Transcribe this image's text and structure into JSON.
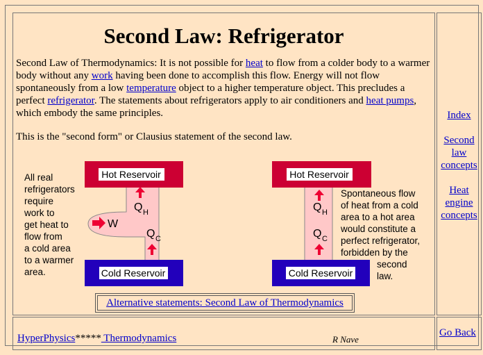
{
  "title": "Second Law: Refrigerator",
  "intro": {
    "t1": "Second Law of Thermodynamics: It is not possible for ",
    "heat": "heat",
    "t2": " to flow from a colder body to a warmer body without any ",
    "work": "work",
    "t3": " having been done to accomplish this flow. Energy will not flow spontaneously from a low ",
    "temperature": "temperature",
    "t4": " object to a higher temperature object. This precludes a perfect ",
    "refrigerator": "refrigerator",
    "t5": ". The statements about refrigerators apply to air conditioners and ",
    "heat_pumps": "heat pumps",
    "t6": ", which embody the same principles."
  },
  "clausius": "This is the \"second form\" or Clausius statement of the second law.",
  "diagram_left": {
    "hot": "Hot Reservoir",
    "cold": "Cold Reservoir",
    "w": "W",
    "qh": "Q",
    "qh_sub": "H",
    "qc": "Q",
    "qc_sub": "C",
    "caption": [
      "All real",
      "refrigerators",
      "require",
      "work to",
      "get heat to",
      "flow from",
      "a cold area",
      "to a warmer",
      "area."
    ]
  },
  "diagram_right": {
    "hot": "Hot Reservoir",
    "cold": "Cold Reservoir",
    "qh": "Q",
    "qh_sub": "H",
    "qc": "Q",
    "qc_sub": "C",
    "caption": [
      "Spontaneous flow",
      "of heat from a cold",
      "area to a hot area",
      "would constitute a",
      "perfect refrigerator,",
      "forbidden by the",
      "second",
      "law."
    ]
  },
  "alt_link": "Alternative statements: Second Law of Thermodynamics",
  "side": {
    "index": "Index",
    "second_law": "Second law concepts",
    "heat_engine": "Heat engine concepts"
  },
  "footer": {
    "hyperphysics": "HyperPhysics",
    "stars": "*****",
    "thermo": " Thermodynamics",
    "author": "R Nave",
    "go_back": "Go Back"
  },
  "colors": {
    "background": "#ffe4c4",
    "hot_reservoir": "#cc0033",
    "cold_reservoir": "#2200bb",
    "flow_pipe": "#ffc8c8",
    "arrow": "#ee0033",
    "link": "#0000cc"
  }
}
